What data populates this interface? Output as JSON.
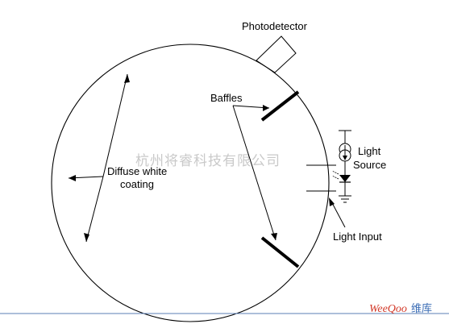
{
  "labels": {
    "photodetector": "Photodetector",
    "baffles": "Baffles",
    "diffuse_line1": "Diffuse white",
    "diffuse_line2": "coating",
    "light_line1": "Light",
    "light_line2": "Source",
    "light_input": "Light Input"
  },
  "watermark": {
    "text": "杭州将睿科技有限公司",
    "logo_en": "WeeQoo",
    "logo_cn": "维库"
  },
  "colors": {
    "stroke": "#000000",
    "baseline": "#5b7fb6",
    "watermark": "#c9c9c9",
    "logo_red": "#d23a2a",
    "logo_blue": "#3a6cb5"
  }
}
